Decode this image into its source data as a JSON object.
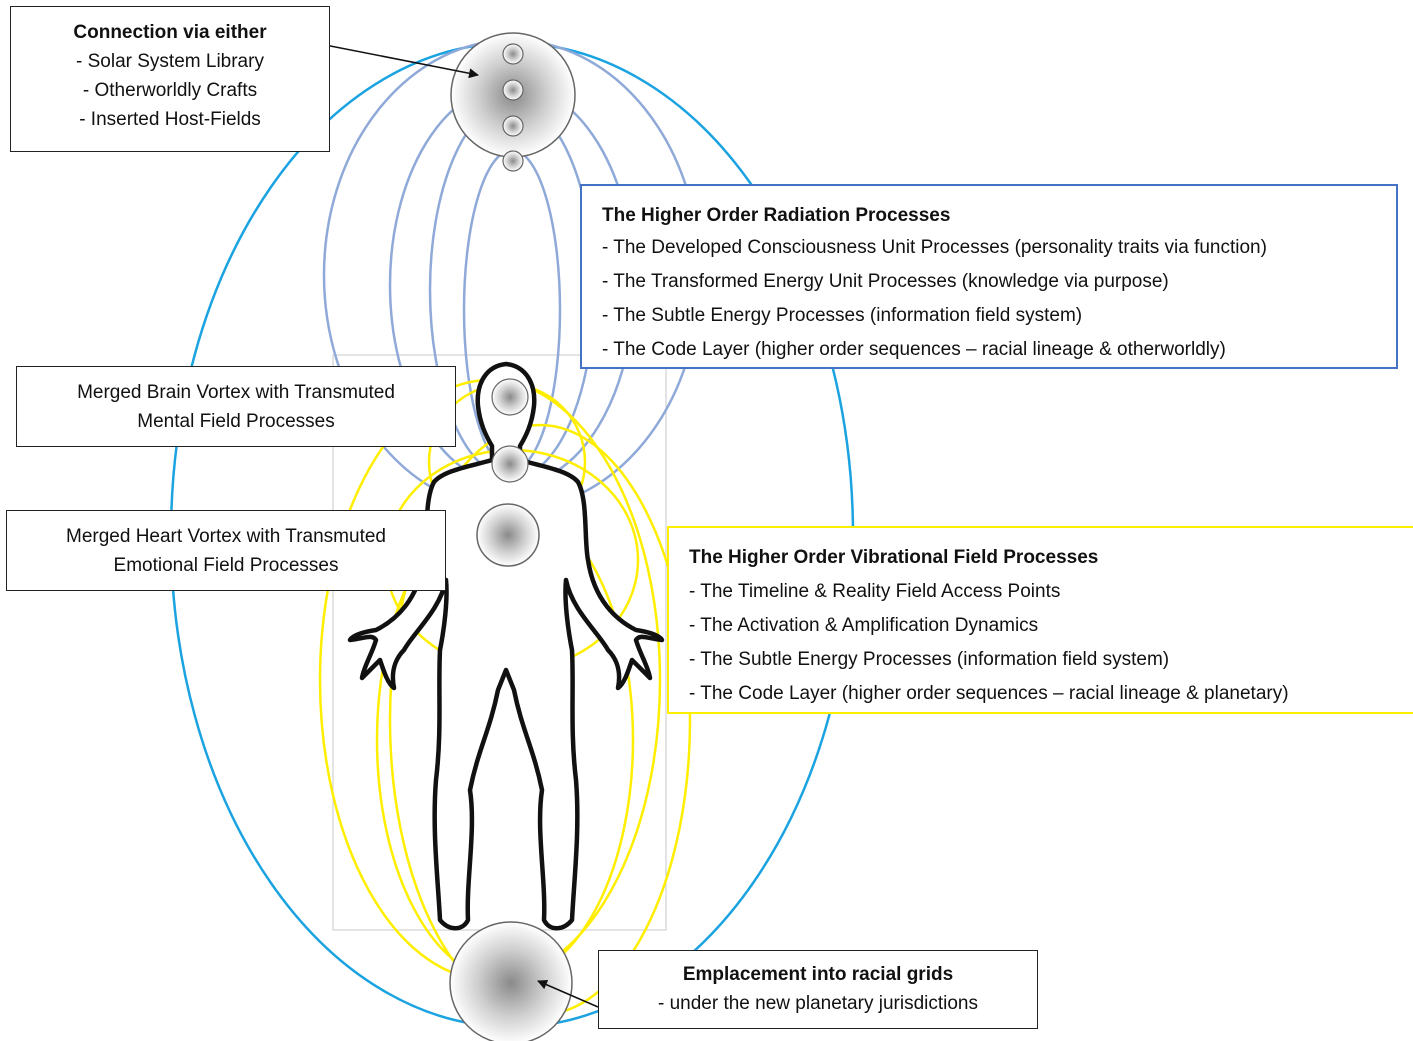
{
  "connection_box": {
    "title": "Connection via either",
    "items": [
      "- Solar System Library",
      "- Otherworldly Crafts",
      "- Inserted Host-Fields"
    ]
  },
  "radiation_box": {
    "title": "The Higher Order Radiation Processes",
    "items": [
      "- The Developed Consciousness Unit Processes (personality traits via function)",
      "- The Transformed Energy Unit Processes (knowledge via purpose)",
      "- The Subtle Energy Processes (information field system)",
      "- The Code Layer (higher order sequences – racial lineage & otherworldly)"
    ]
  },
  "brain_box": {
    "lines": [
      "Merged Brain Vortex with Transmuted",
      "Mental Field Processes"
    ]
  },
  "heart_box": {
    "lines": [
      "Merged Heart Vortex with Transmuted",
      "Emotional Field Processes"
    ]
  },
  "vibrational_box": {
    "title": "The Higher Order Vibrational Field Processes",
    "items": [
      "- The Timeline & Reality Field Access Points",
      "- The Activation & Amplification Dynamics",
      "- The Subtle Energy Processes (information field system)",
      "- The Code Layer (higher order sequences – racial lineage & planetary)"
    ]
  },
  "emplacement_box": {
    "title": "Emplacement into racial grids",
    "subtitle": "- under the new planetary jurisdictions"
  },
  "colors": {
    "outer_field": "#1aa3e0",
    "radiation_loops": "#8fa9d8",
    "vibrational_loops": "#ffee00",
    "radiation_box_border": "#4472c4",
    "vibrational_box_border": "#ffee00"
  }
}
